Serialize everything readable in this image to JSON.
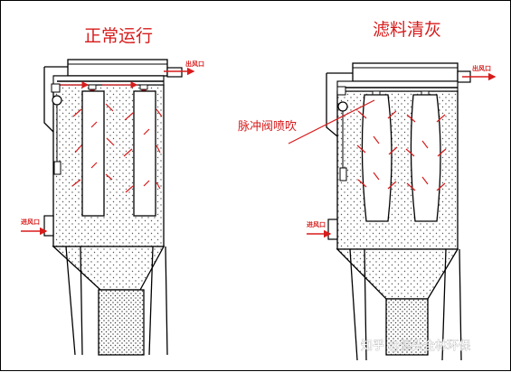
{
  "left_diagram": {
    "title": "正常运行",
    "outlet_label": "出风口",
    "inlet_label": "进风口"
  },
  "right_diagram": {
    "title": "滤料清灰",
    "outlet_label": "出风口",
    "inlet_label": "进风口",
    "callout": "脉冲阀喷吹"
  },
  "watermark": "知乎 @源头全林环保",
  "colors": {
    "accent": "#d81b1b",
    "line": "#000000"
  }
}
